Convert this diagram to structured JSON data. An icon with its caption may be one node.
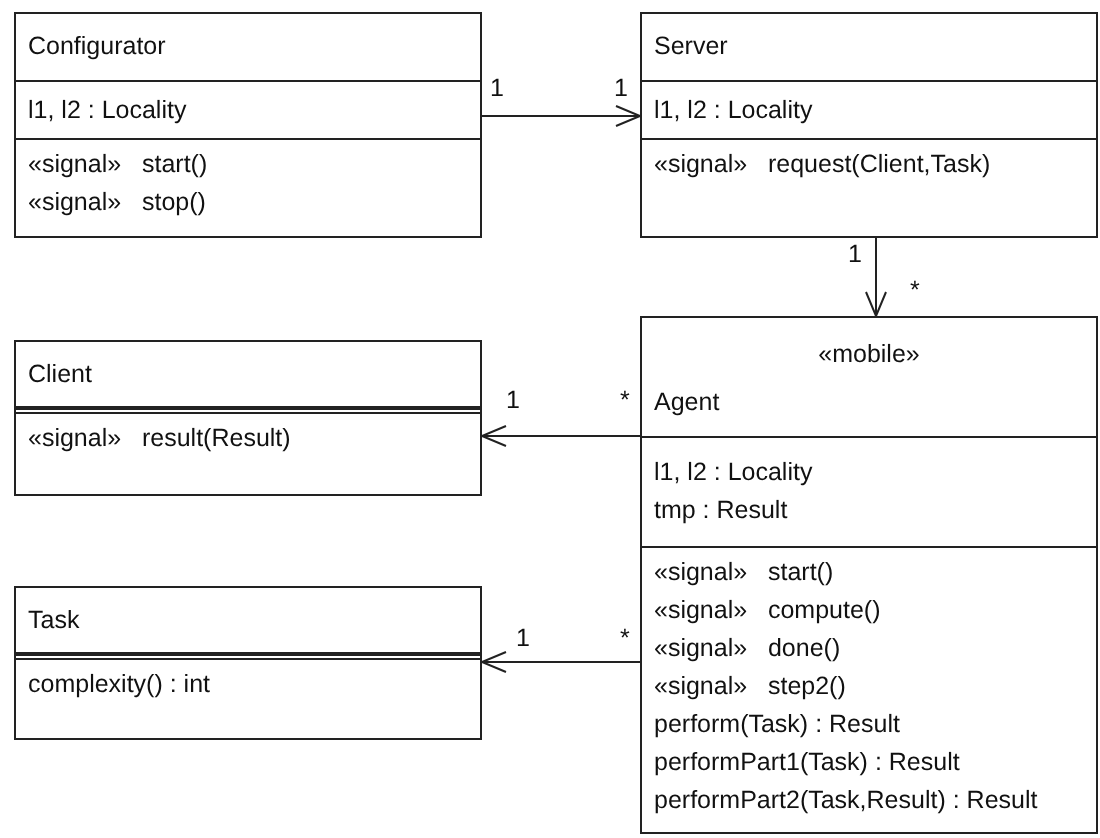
{
  "diagram": {
    "nodes": [
      {
        "text": [
          "Configurator",
          "l1, l2 : Locality",
          "«signal»   start()",
          "«signal»   stop()"
        ]
      },
      {
        "text": [
          "Server",
          "l1, l2 : Locality",
          "«signal»   request(Client,Task)"
        ]
      },
      {
        "text": [
          "Client",
          "«signal»   result(Result)"
        ]
      },
      {
        "text": [
          "«mobile»",
          "Agent",
          "l1, l2 : Locality",
          "tmp : Result",
          "«signal»   start()",
          "«signal»   compute()",
          "«signal»   done()",
          "«signal»   step2()",
          "perform(Task) : Result",
          "performPart1(Task) : Result",
          "performPart2(Task,Result) : Result"
        ]
      },
      {
        "text": [
          "Task",
          "complexity() : int"
        ]
      }
    ],
    "edges": [
      {
        "from": 0,
        "to": 1,
        "arrow": "to"
      },
      {
        "from": 1,
        "to": 3,
        "arrow": "to"
      },
      {
        "from": 3,
        "to": 2,
        "arrow": "to"
      },
      {
        "from": 3,
        "to": 4,
        "arrow": "to"
      }
    ],
    "labels": [
      "1",
      "1",
      "1",
      "*",
      "1",
      "*",
      "1",
      "*"
    ]
  }
}
